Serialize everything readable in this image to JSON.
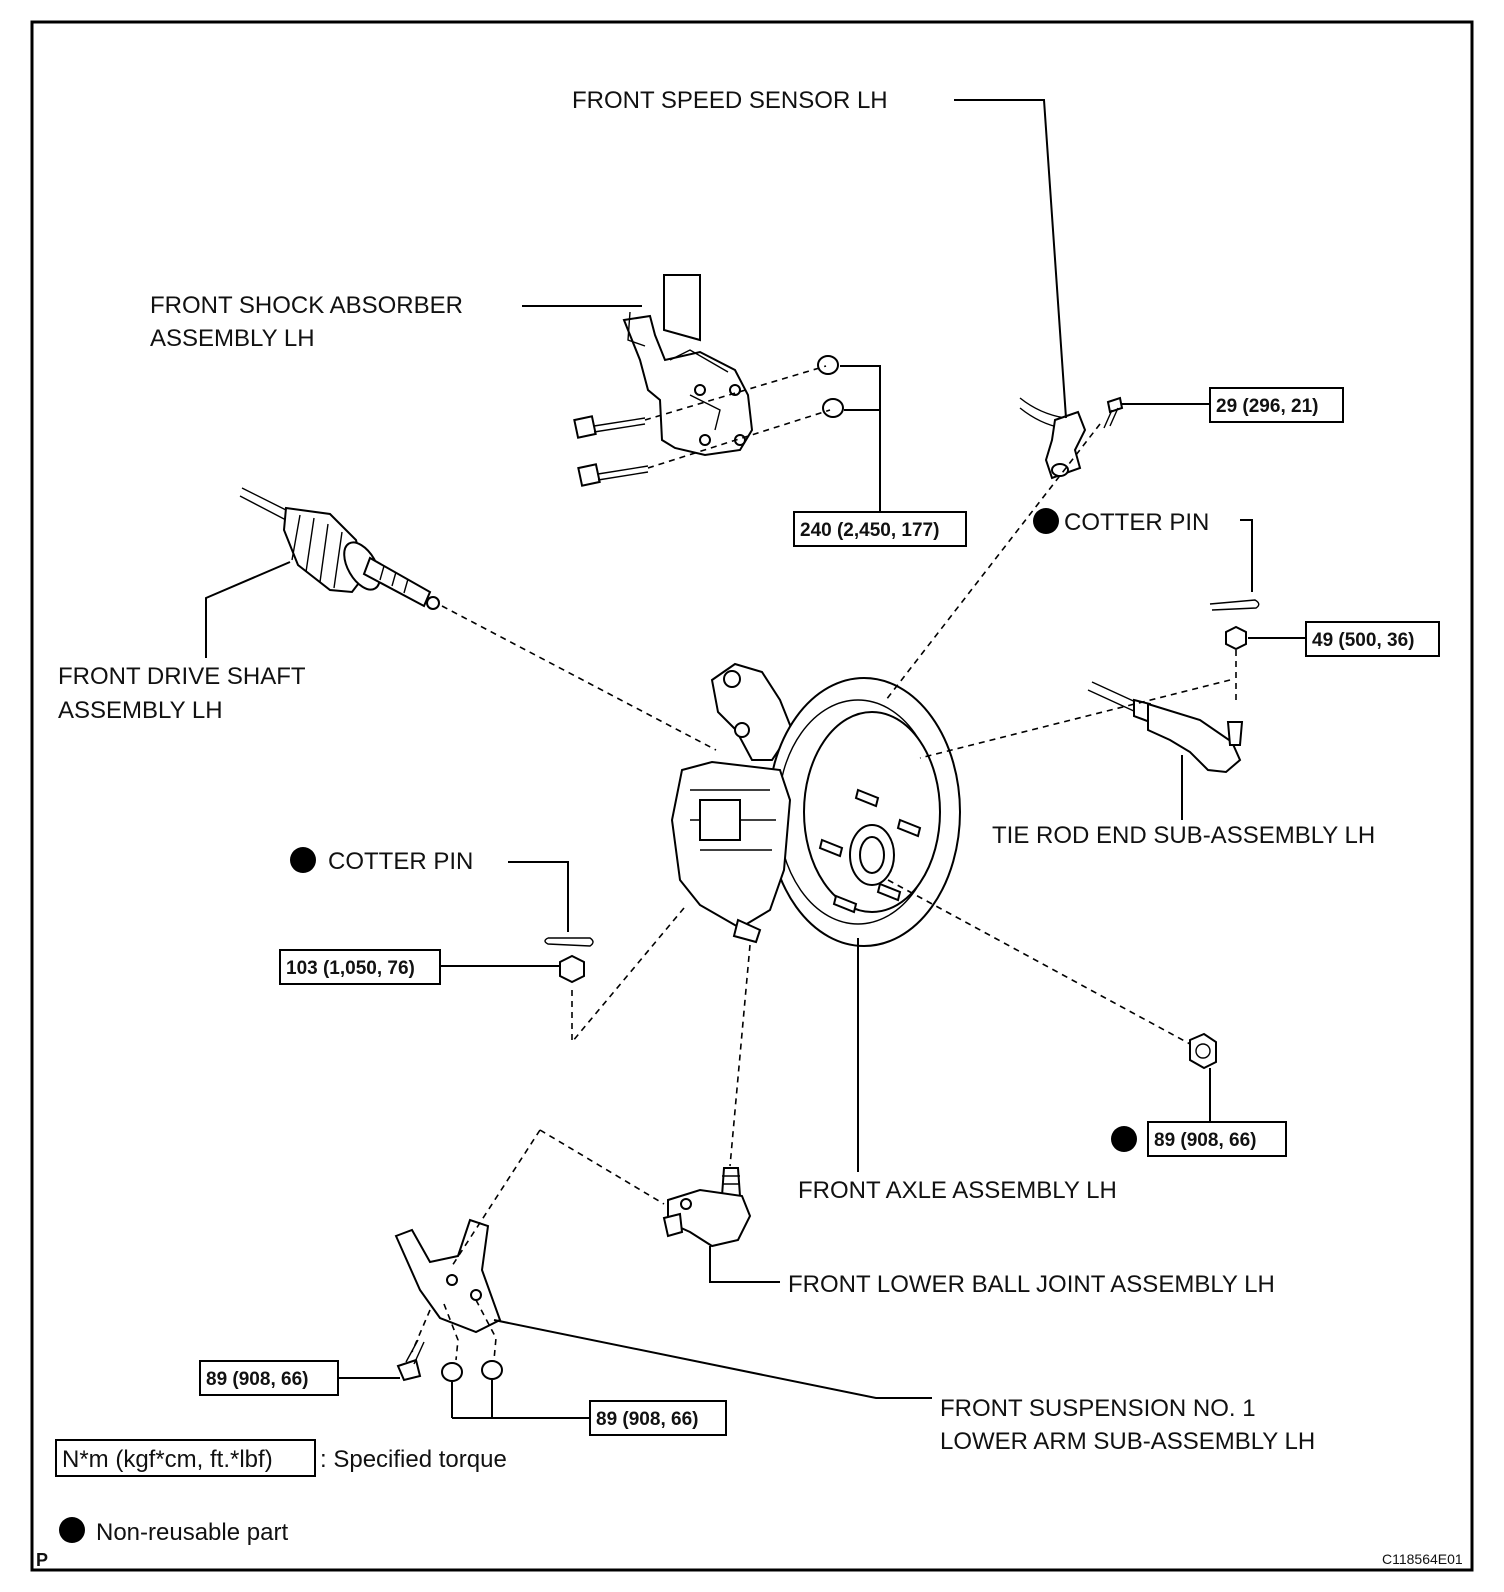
{
  "labels": {
    "speed_sensor": "FRONT SPEED SENSOR LH",
    "shock_1": "FRONT SHOCK ABSORBER",
    "shock_2": "ASSEMBLY LH",
    "drive_1": "FRONT DRIVE SHAFT",
    "drive_2": "ASSEMBLY LH",
    "cotter_upper": "COTTER PIN",
    "cotter_lower": "COTTER PIN",
    "tie_rod": "TIE ROD END SUB-ASSEMBLY LH",
    "axle": "FRONT AXLE ASSEMBLY LH",
    "ball_joint": "FRONT LOWER BALL JOINT ASSEMBLY LH",
    "lower_arm_1": "FRONT SUSPENSION NO. 1",
    "lower_arm_2": "LOWER ARM SUB-ASSEMBLY LH"
  },
  "torques": {
    "sensor_bolt": "29 (296, 21)",
    "shock_bolts": "240 (2,450, 177)",
    "tie_rod_nut": "49 (500, 36)",
    "ball_joint_nut": "103 (1,050, 76)",
    "hub_nut": "89 (908, 66)",
    "arm_bolt": "89 (908, 66)",
    "arm_nuts": "89 (908, 66)"
  },
  "legend": {
    "torque_unit": "N*m (kgf*cm, ft.*lbf)",
    "torque_text": ": Specified torque",
    "nonreusable_text": "Non-reusable part"
  },
  "footer": {
    "page_mark": "P",
    "figure_id": "C118564E01"
  }
}
